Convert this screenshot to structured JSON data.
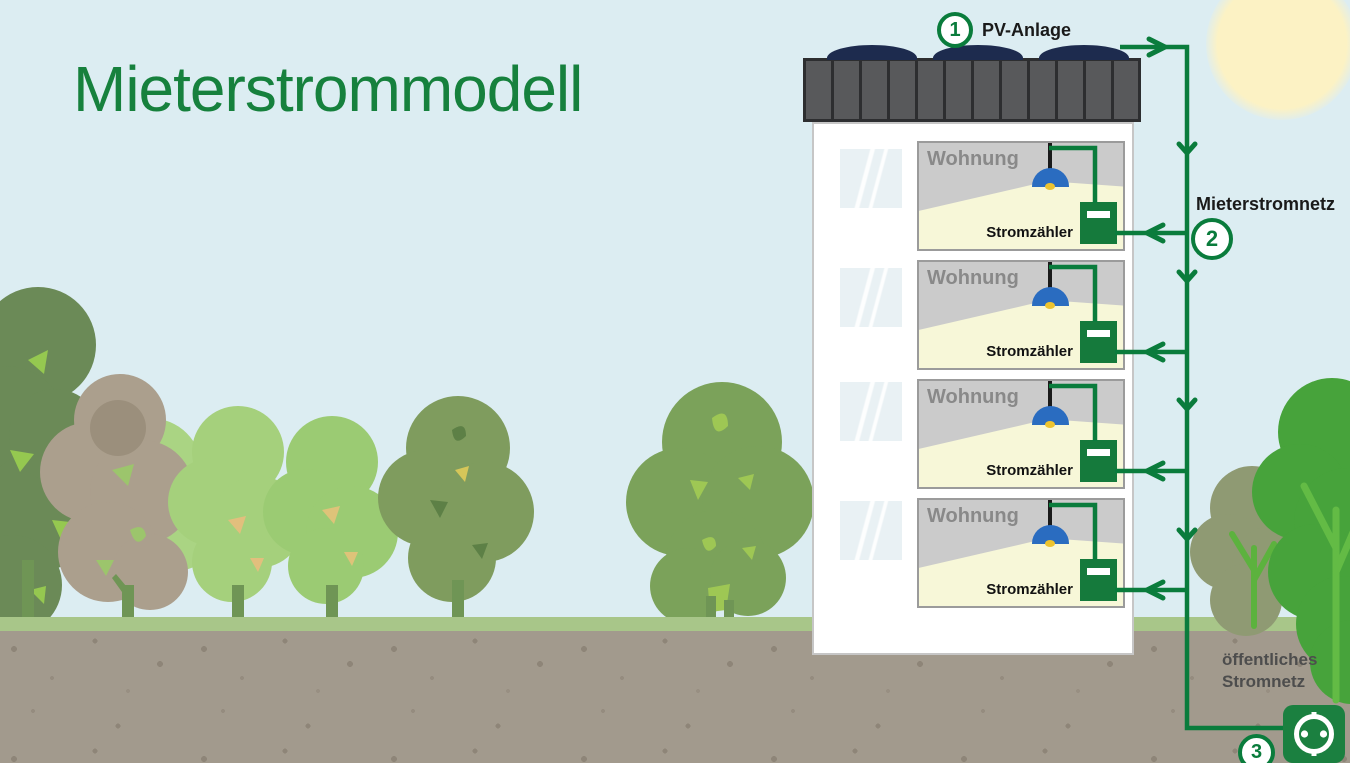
{
  "title": "Mieterstrommodell",
  "callouts": {
    "pv": {
      "number": "1",
      "label": "PV-Anlage"
    },
    "net": {
      "number": "2",
      "label": "Mieterstromnetz"
    },
    "public": {
      "number": "3",
      "label_line1": "öffentliches",
      "label_line2": "Stromnetz"
    }
  },
  "apartments": [
    {
      "label": "Wohnung",
      "meter_label": "Stromzähler"
    },
    {
      "label": "Wohnung",
      "meter_label": "Stromzähler"
    },
    {
      "label": "Wohnung",
      "meter_label": "Stromzähler"
    },
    {
      "label": "Wohnung",
      "meter_label": "Stromzähler"
    }
  ],
  "icons": {
    "outlet": "socket-icon",
    "sun": "sun-shape",
    "lamp": "ceiling-lamp"
  },
  "colors": {
    "sky": "#dcedf2",
    "sun": "#fcf2c4",
    "title_green": "#16813d",
    "wire_green": "#0a7c3c",
    "meter_green": "#157a3c",
    "outlet_green": "#1b8040",
    "lamp_blue": "#2a6cc0",
    "light_cone": "#f7f7d8",
    "solar_panel_navy": "#1d2b4e",
    "roof_gray": "#58595b",
    "apartment_gray": "#cbcbcb",
    "grass": "#a8c689",
    "soil": "#a29a8d",
    "label_black": "#1a1a1a",
    "label_dark_gray": "#4d4d4d",
    "wohnung_gray": "#898989"
  }
}
